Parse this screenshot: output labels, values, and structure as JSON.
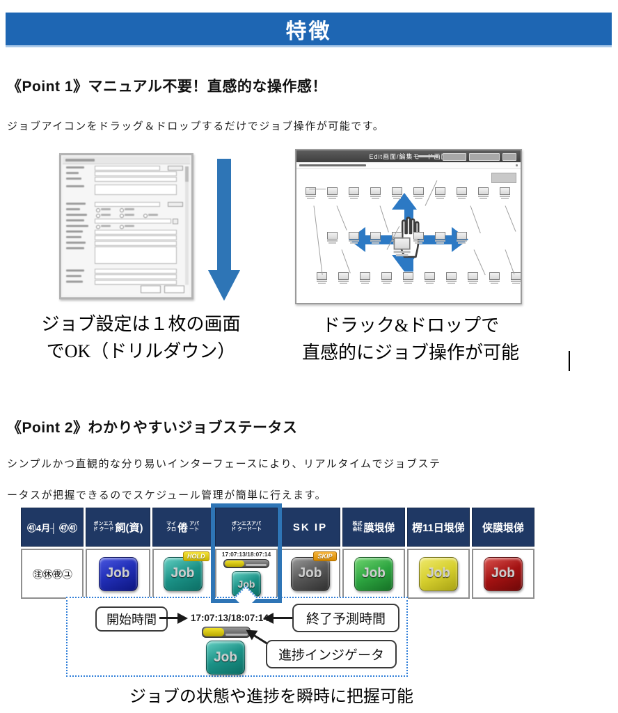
{
  "page": {
    "title": "特徴"
  },
  "point1": {
    "heading": "《Point 1》マニュアル不要！直感的な操作感！",
    "description": "ジョブアイコンをドラッグ＆ドロップするだけでジョブ操作が可能です。",
    "flow_window_title": "Edit画面/編集モード画面",
    "caption_left_line1": "ジョブ設定は１枚の画面",
    "caption_left_line2": "でOK（ドリルダウン）",
    "caption_right_line1": "ドラック&ドロップで",
    "caption_right_line2": "直感的にジョブ操作が可能"
  },
  "point2": {
    "heading": "《Point 2》わかりやすいジョブステータス",
    "description_line1": "シンプルかつ直観的な分り易いインターフェースにより、リアルタイムでジョブステ",
    "description_line2": "ータスが把握できるのでスケジュール管理が簡単に行えます。",
    "bottom_caption": "ジョブの状態や進捗を瞬時に把握可能"
  },
  "status_table": {
    "job_label": "Job",
    "columns": [
      {
        "header": {
          "line": "㊶4月┤ ㊼㊶"
        },
        "cell": {
          "type": "text",
          "text": "㊟㊡㊰㋴"
        }
      },
      {
        "header": {
          "parts": [
            {
              "small": [
                "ポンエス",
                "ド クード"
              ]
            },
            {
              "big": "飼(資)"
            }
          ]
        },
        "cell": {
          "type": "job",
          "color": "blue"
        }
      },
      {
        "header": {
          "parts": [
            {
              "small": [
                "マイ",
                "クロ"
              ]
            },
            {
              "big": "倦"
            },
            {
              "small": [
                "アパ",
                "ート"
              ]
            }
          ]
        },
        "cell": {
          "type": "job",
          "color": "teal",
          "badge": "HOLD"
        }
      },
      {
        "header": {
          "parts": [
            {
              "small": [
                "ポンエスアパ",
                "ド クードート"
              ]
            }
          ]
        },
        "cell": {
          "type": "progress_job",
          "time": "17:07:13/18:07:14",
          "color": "teal"
        },
        "highlight": true
      },
      {
        "header": {
          "skip": "SK IP"
        },
        "cell": {
          "type": "job",
          "color": "gray",
          "badge": "SKIP"
        }
      },
      {
        "header": {
          "parts": [
            {
              "small": [
                "株式",
                "会社"
              ]
            },
            {
              "big": "膜垠俤"
            }
          ]
        },
        "cell": {
          "type": "job",
          "color": "green"
        }
      },
      {
        "header": {
          "big": "楞11日垠俤"
        },
        "cell": {
          "type": "job",
          "color": "yellow"
        }
      },
      {
        "header": {
          "big": "侠膜垠俤"
        },
        "cell": {
          "type": "job",
          "color": "red"
        }
      }
    ]
  },
  "callout": {
    "start_label": "開始時間",
    "end_label": "終了予測時間",
    "progress_label": "進捗インジゲータ",
    "time": "17:07:13/18:07:14"
  },
  "colors": {
    "header_blue": "#1e66b3",
    "table_header_navy": "#1f3864",
    "highlight_blue": "#2e75b6",
    "drag_arrow_blue": "#2c79c4",
    "callout_dotted_blue": "#2f7ed8",
    "progress_yellow": "#d9c812",
    "hold_badge_yellow": "#e0cb00",
    "skip_badge_orange": "#e8981e",
    "job_blue": "#2230b8",
    "job_teal": "#1b9186",
    "job_gray": "#575757",
    "job_green": "#2da440",
    "job_yellow": "#d6cf2e",
    "job_red": "#a31212"
  }
}
